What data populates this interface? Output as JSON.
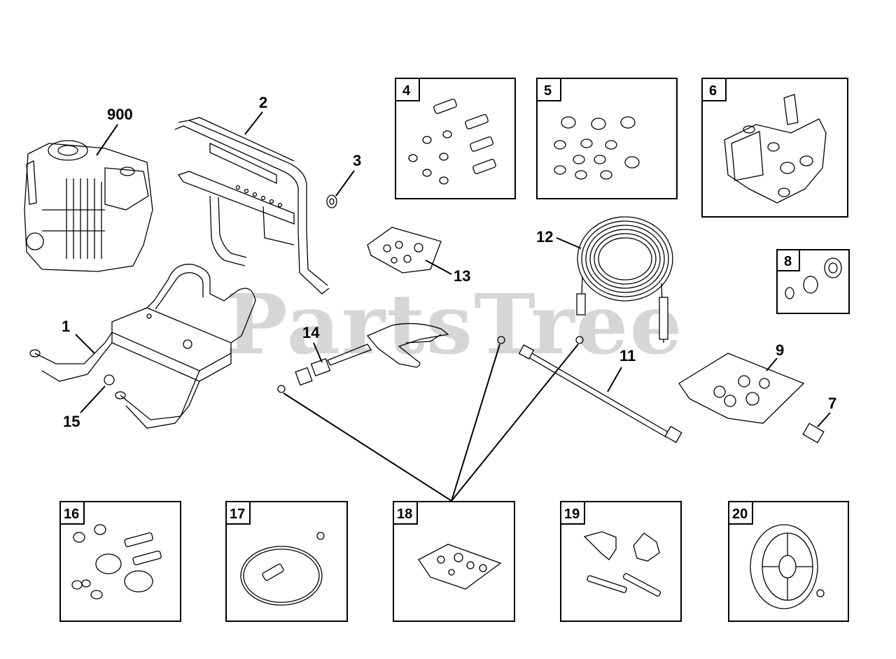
{
  "watermark": "PartsTree",
  "callouts": {
    "c900": "900",
    "c1": "1",
    "c2": "2",
    "c3": "3",
    "c7": "7",
    "c9": "9",
    "c11": "11",
    "c12": "12",
    "c13": "13",
    "c14": "14",
    "c15": "15"
  },
  "boxes": {
    "b4": "4",
    "b5": "5",
    "b6": "6",
    "b8": "8",
    "b16": "16",
    "b17": "17",
    "b18": "18",
    "b19": "19",
    "b20": "20"
  }
}
